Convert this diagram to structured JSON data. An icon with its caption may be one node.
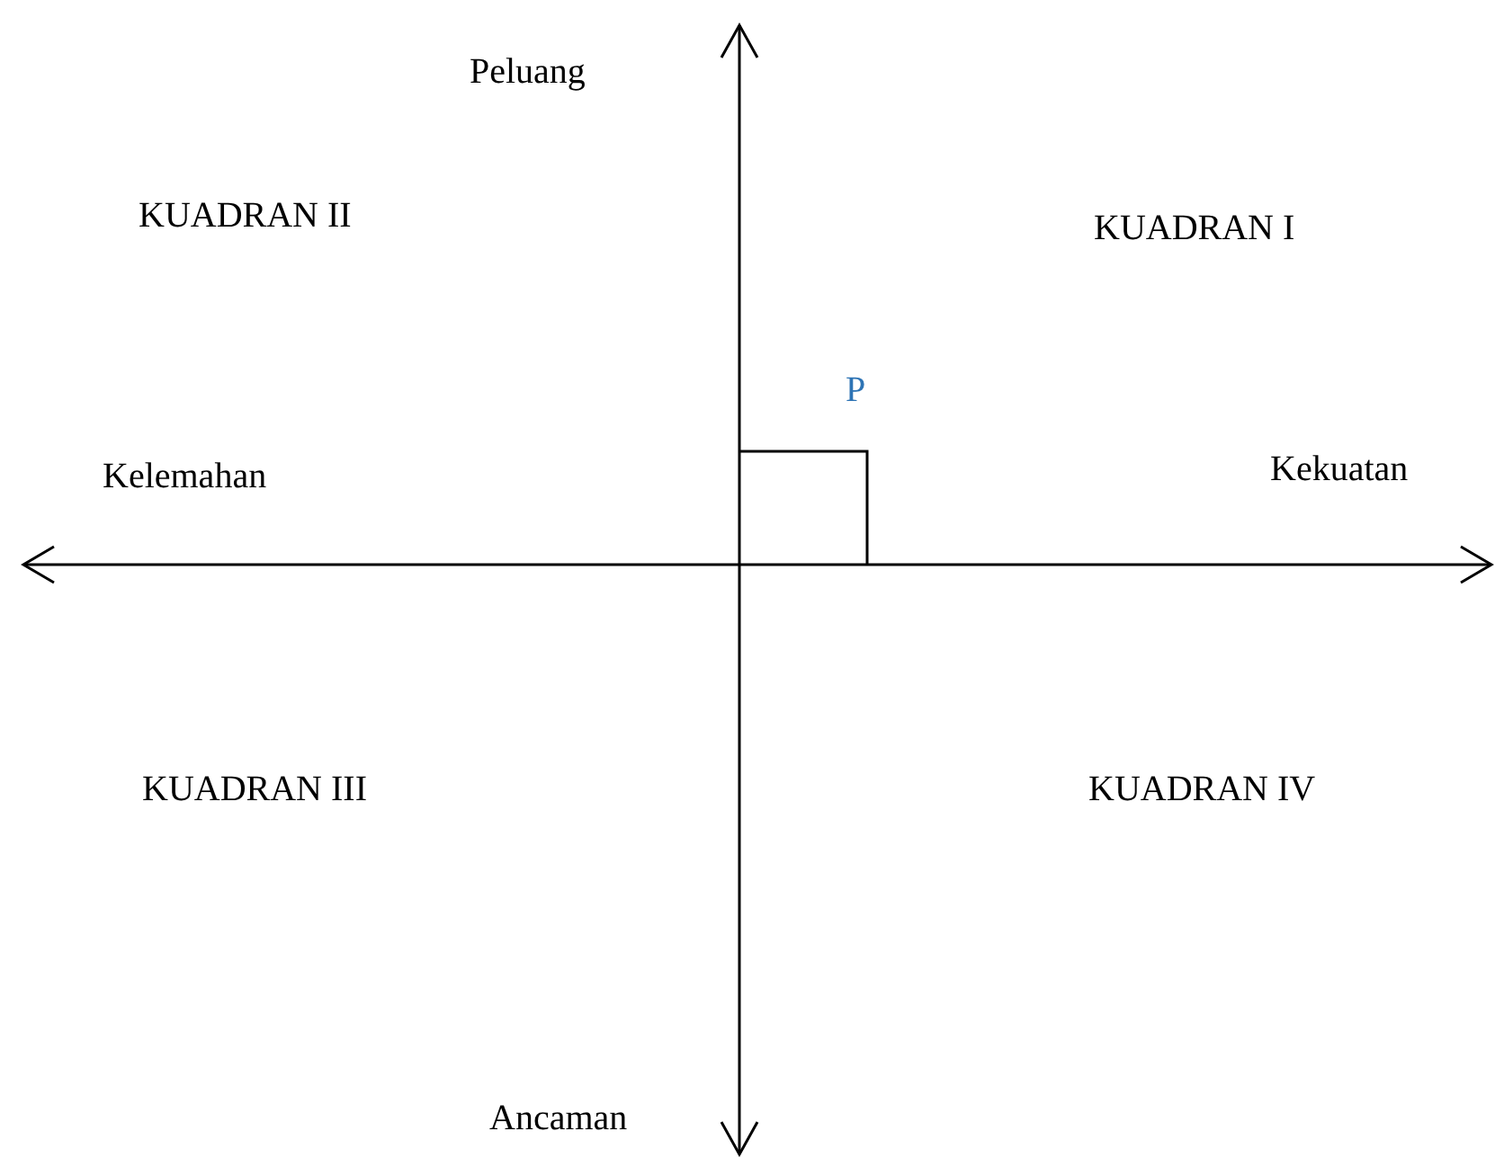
{
  "diagram": {
    "labels": [
      "Peluang",
      "KUADRAN II",
      "KUADRAN I",
      "P",
      "Kelemahan",
      "Kekuatan",
      "KUADRAN III",
      "KUADRAN IV",
      "Ancaman"
    ]
  }
}
